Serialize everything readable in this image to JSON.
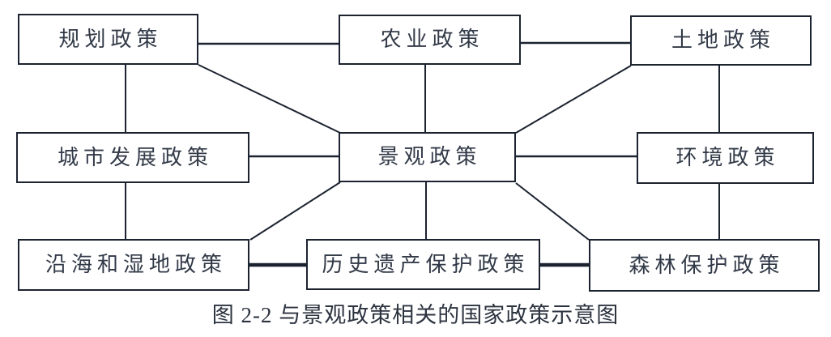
{
  "figure": {
    "caption": "图 2-2 与景观政策相关的国家政策示意图",
    "colors": {
      "line": "#1c2330",
      "text": "#323a48",
      "background": "#ffffff"
    },
    "nodes": [
      {
        "id": "planning",
        "label": "规划政策"
      },
      {
        "id": "agriculture",
        "label": "农业政策"
      },
      {
        "id": "land",
        "label": "土地政策"
      },
      {
        "id": "urban",
        "label": "城市发展政策"
      },
      {
        "id": "landscape",
        "label": "景观政策"
      },
      {
        "id": "environment",
        "label": "环境政策"
      },
      {
        "id": "coastal",
        "label": "沿海和湿地政策"
      },
      {
        "id": "heritage",
        "label": "历史遗产保护政策"
      },
      {
        "id": "forest",
        "label": "森林保护政策"
      }
    ],
    "edges": [
      {
        "from": "planning",
        "to": "agriculture",
        "style": "normal"
      },
      {
        "from": "agriculture",
        "to": "land",
        "style": "normal"
      },
      {
        "from": "planning",
        "to": "urban",
        "style": "normal"
      },
      {
        "from": "planning",
        "to": "landscape",
        "style": "normal"
      },
      {
        "from": "agriculture",
        "to": "landscape",
        "style": "normal"
      },
      {
        "from": "land",
        "to": "landscape",
        "style": "normal"
      },
      {
        "from": "land",
        "to": "environment",
        "style": "normal"
      },
      {
        "from": "urban",
        "to": "landscape",
        "style": "normal"
      },
      {
        "from": "landscape",
        "to": "environment",
        "style": "normal"
      },
      {
        "from": "urban",
        "to": "coastal",
        "style": "normal"
      },
      {
        "from": "landscape",
        "to": "coastal",
        "style": "normal"
      },
      {
        "from": "landscape",
        "to": "heritage",
        "style": "normal"
      },
      {
        "from": "landscape",
        "to": "forest",
        "style": "normal"
      },
      {
        "from": "environment",
        "to": "forest",
        "style": "normal"
      },
      {
        "from": "coastal",
        "to": "heritage",
        "style": "thick"
      },
      {
        "from": "heritage",
        "to": "forest",
        "style": "thick"
      }
    ]
  }
}
